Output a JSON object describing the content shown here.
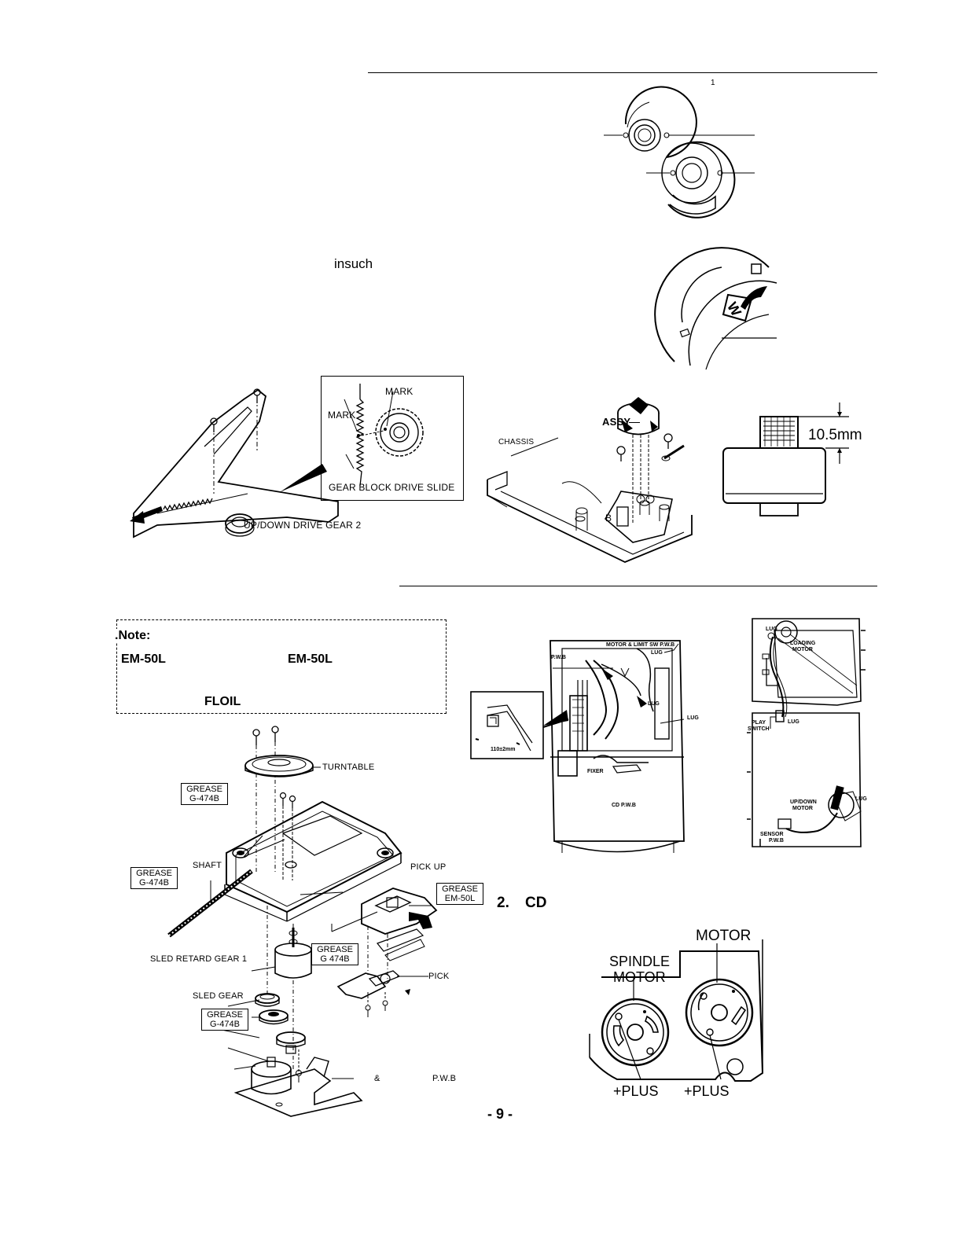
{
  "rules": [
    {},
    {}
  ],
  "top_right": {
    "gear_num": "1",
    "wheel_mark": "W"
  },
  "insuch_text": "insuch",
  "gear_block": {
    "mark1": "MARK",
    "mark2": "MARK",
    "slide": "GEAR BLOCK DRIVE SLIDE",
    "drive_gear": "UP/DOWN DRIVE GEAR 2"
  },
  "chassis_fig": {
    "assy": "ASSY",
    "chassis": "CHASSIS",
    "b": "B"
  },
  "dimension": "10.5mm",
  "note": {
    "title": ".Note:",
    "em1": "EM-50L",
    "em2": "EM-50L",
    "floil": "FLOIL"
  },
  "exploded": {
    "turntable": "TURNTABLE",
    "grease1_a": "GREASE",
    "grease1_b": "G-474B",
    "shaft": "SHAFT",
    "grease2_a": "GREASE",
    "grease2_b": "G-474B",
    "pickup": "PICK UP",
    "grease3_a": "GREASE",
    "grease3_b": "EM-50L",
    "grease4_a": "GREASE",
    "grease4_b": "G 474B",
    "retard": "SLED RETARD GEAR 1",
    "sled": "SLED GEAR",
    "pick": "PICK",
    "grease5_a": "GREASE",
    "grease5_b": "G-474B",
    "amp": "&",
    "pwb": "P.W.B"
  },
  "wiring": {
    "motor_limit": "MOTOR & LIMIT SW P.W.B",
    "lug": "LUG",
    "pwb": "P.W.B",
    "dim": "110±2mm",
    "fixer": "FIXER",
    "cd_pwb": "CD P.W.B"
  },
  "side_panel": {
    "lug": "LUG",
    "loading": "LOADING",
    "motor": "MOTOR",
    "play": "PLAY",
    "switch": "SWITCH",
    "updown": "UP/DOWN",
    "motor2": "MOTOR",
    "sensor": "SENSOR",
    "pwb": "P.W.B"
  },
  "cd_section": {
    "heading_num": "2.",
    "heading_text": "CD",
    "motor": "MOTOR",
    "spindle1": "SPINDLE",
    "spindle2": "MOTOR",
    "plus1": "+PLUS",
    "plus2": "+PLUS"
  },
  "page_number": "- 9 -"
}
